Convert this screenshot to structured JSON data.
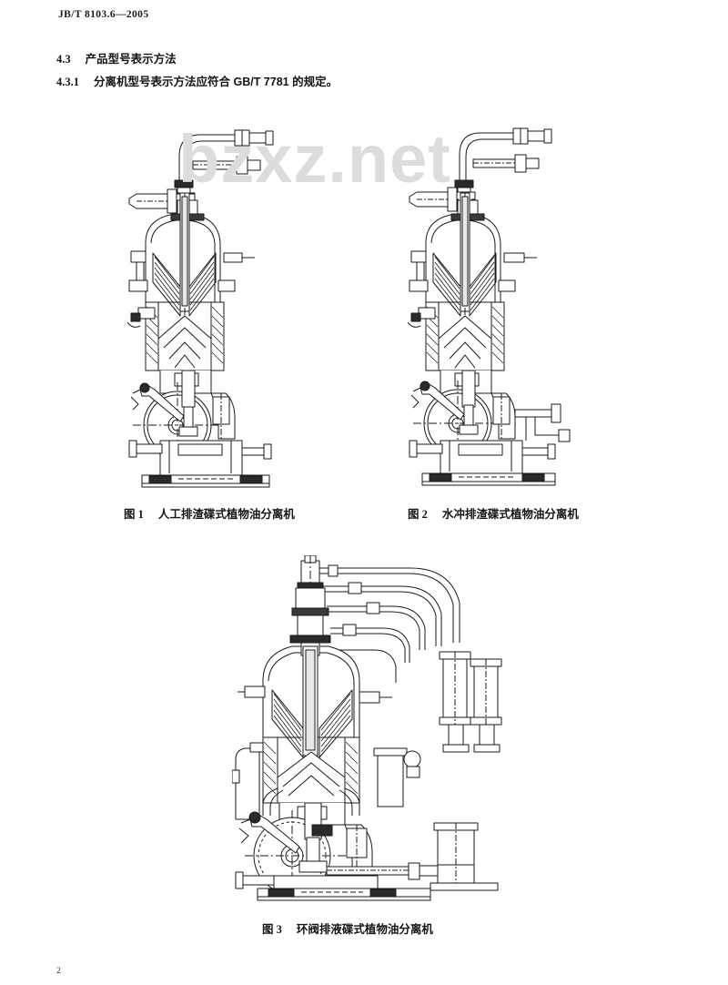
{
  "document": {
    "standard_number": "JB/T 8103.6—2005",
    "page_number": "2",
    "watermark": "bzxz.net"
  },
  "content": {
    "clause_43_num": "4.3",
    "clause_43_title": "产品型号表示方法",
    "clause_431_num": "4.3.1",
    "clause_431_text": "分离机型号表示方法应符合 GB/T 7781 的规定。"
  },
  "figures": [
    {
      "label": "图 1",
      "caption": "人工排渣碟式植物油分离机",
      "type": "manual-discharge-disc-separator"
    },
    {
      "label": "图 2",
      "caption": "水冲排渣碟式植物油分离机",
      "type": "water-flush-discharge-disc-separator"
    },
    {
      "label": "图 3",
      "caption": "环阀排液碟式植物油分离机",
      "type": "ring-valve-discharge-disc-separator"
    }
  ],
  "colors": {
    "ink": "#141414",
    "line": "#1a1a1a",
    "watermark": "#dcdcdc",
    "paper": "#ffffff"
  }
}
